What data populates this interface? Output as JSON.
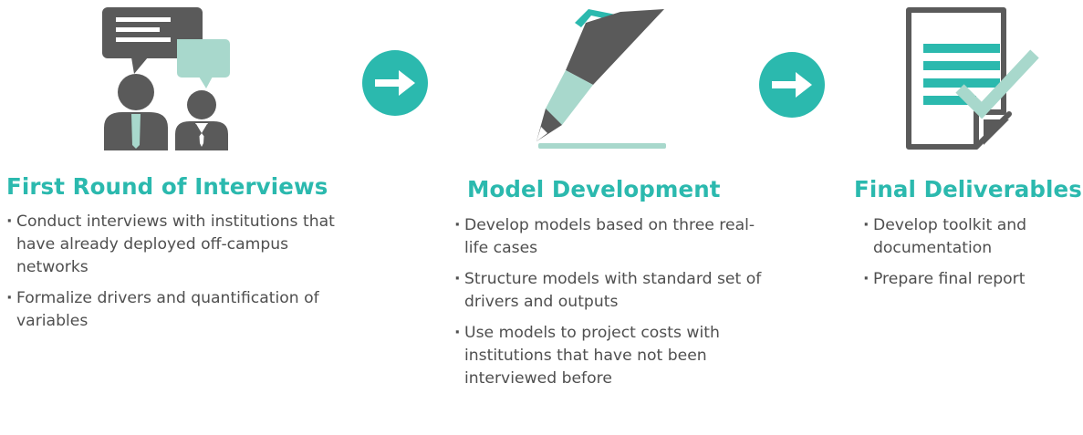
{
  "colors": {
    "accent": "#2bb9ae",
    "accent_light": "#a8d8cc",
    "icon_dark": "#5a5a5a",
    "text": "#4f4f4f"
  },
  "steps": [
    {
      "icon": "interview-people-icon",
      "title": "First Round of Interviews",
      "bullets": [
        "Conduct interviews with institutions that have already deployed off-campus networks",
        "Formalize drivers and quantification of variables"
      ]
    },
    {
      "icon": "pen-icon",
      "title": "Model Development",
      "bullets": [
        "Develop models based on three real-life cases",
        "Structure models with standard set of drivers and outputs",
        "Use models to project costs with institutions that have not been interviewed before"
      ]
    },
    {
      "icon": "document-check-icon",
      "title": "Final Deliverables",
      "bullets": [
        "Develop toolkit and documentation",
        "Prepare final report"
      ]
    }
  ],
  "connectors": [
    {
      "icon": "arrow-right-icon"
    },
    {
      "icon": "arrow-right-icon"
    }
  ]
}
